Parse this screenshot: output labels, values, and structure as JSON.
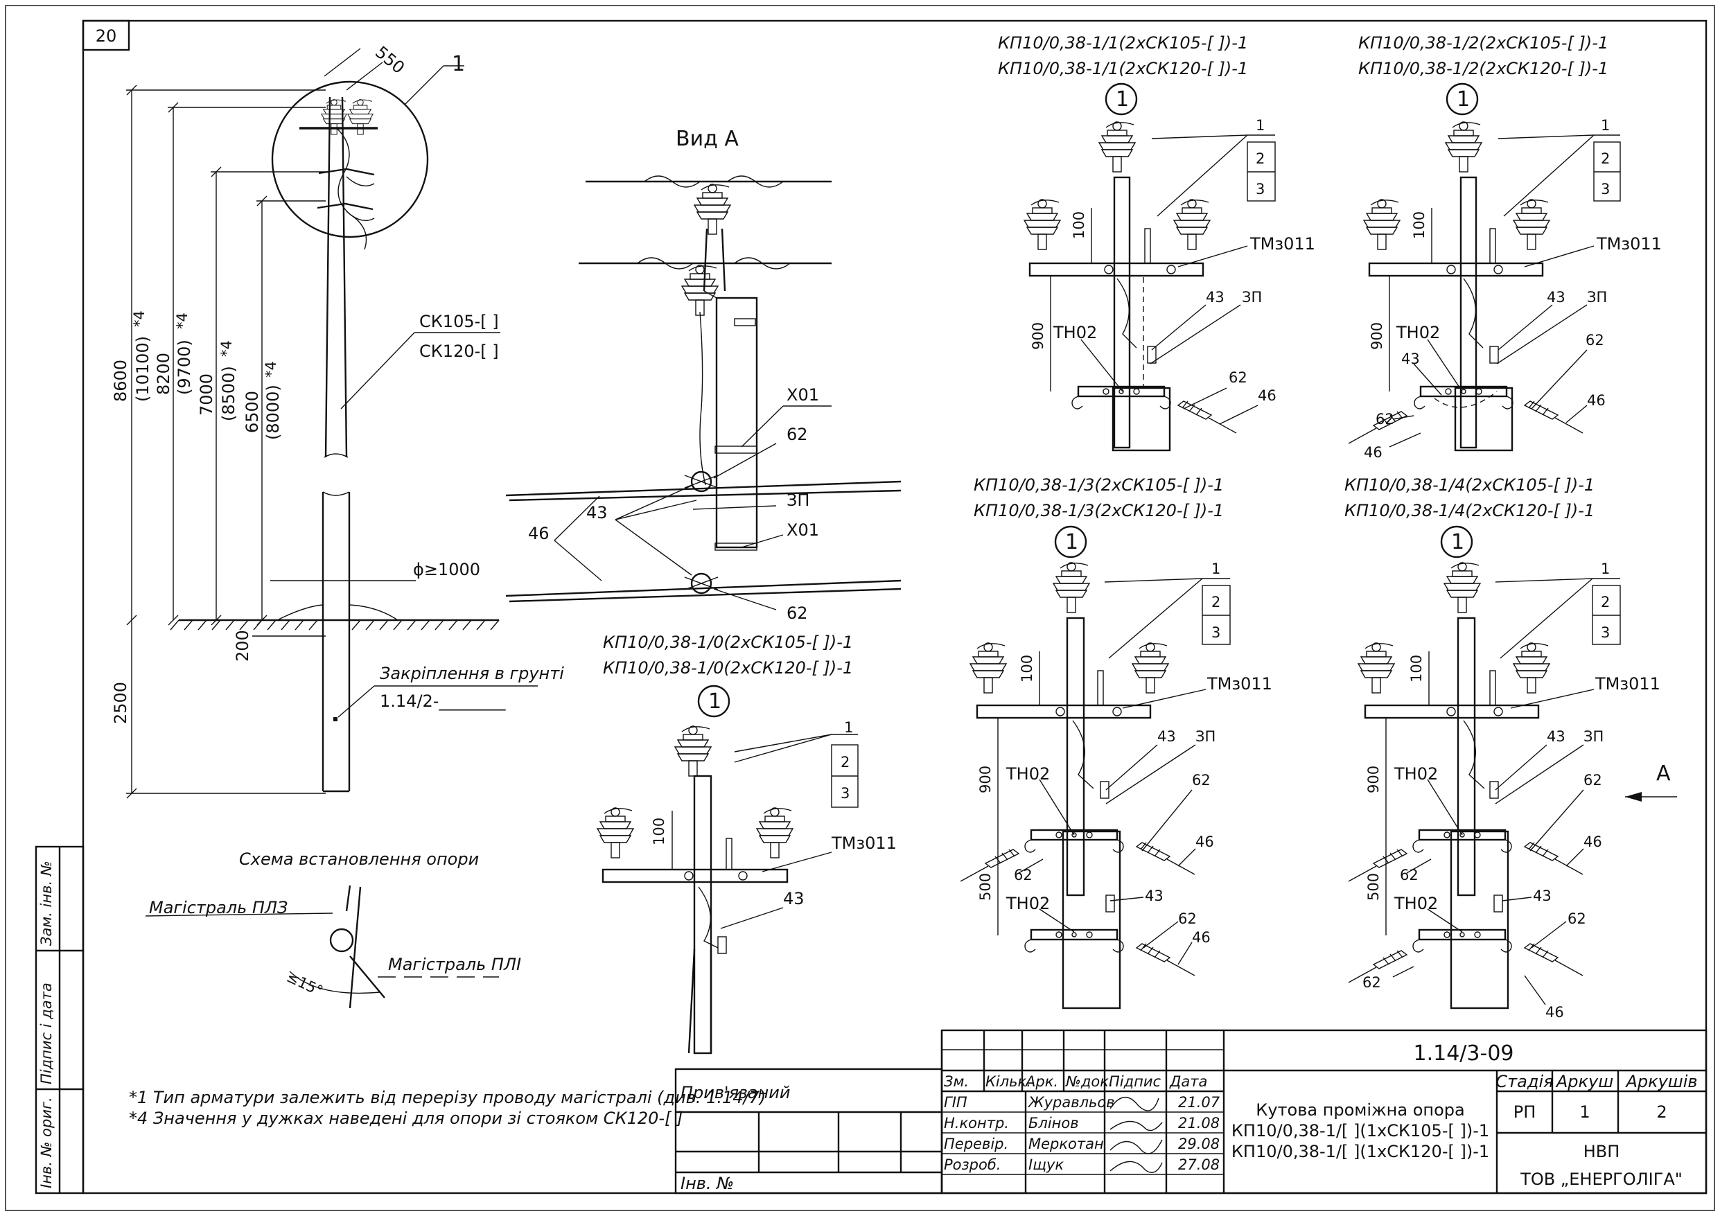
{
  "sheet_corner": "20",
  "pole": {
    "callout": "1",
    "dim_550": "550",
    "dims": [
      {
        "main": "8600",
        "alt": "(10100)",
        "mark": "*4"
      },
      {
        "main": "8200",
        "alt": "(9700)",
        "mark": "*4"
      },
      {
        "main": "7000",
        "alt": "(8500)",
        "mark": "*4"
      },
      {
        "main": "6500",
        "alt": "(8000)",
        "mark": "*4"
      }
    ],
    "dim_2500": "2500",
    "dim_200": "200",
    "dim_pit": "ϕ≥1000",
    "stand_1": "СК105-[    ]",
    "stand_2": "СК120-[    ]",
    "anchor_label": "Закріплення в грунті",
    "anchor_ref": "1.14/2-________"
  },
  "view_a": {
    "title": "Вид А",
    "labels": [
      "Х01",
      "62",
      "ЗП",
      "Х01",
      "62",
      "43",
      "46"
    ]
  },
  "scheme": {
    "title": "Схема встановлення опори",
    "main_pl3": "Магістраль ПЛЗ",
    "main_pl1": "Магістраль ПЛІ",
    "angle": "≤15°"
  },
  "notes": [
    "*1 Тип арматури залежить від перерізу проводу магістралі (див. 1.14/7)",
    "*4 Значення у дужках наведені для опори зі стояком СК120-[    ]"
  ],
  "variants": [
    {
      "line1": "КП10/0,38-1/0(2хСК105-[    ])-1",
      "line2": "КП10/0,38-1/0(2хСК120-[    ])-1"
    },
    {
      "line1": "КП10/0,38-1/1(2хСК105-[    ])-1",
      "line2": "КП10/0,38-1/1(2хСК120-[    ])-1"
    },
    {
      "line1": "КП10/0,38-1/2(2хСК105-[    ])-1",
      "line2": "КП10/0,38-1/2(2хСК120-[    ])-1"
    },
    {
      "line1": "КП10/0,38-1/3(2хСК105-[    ])-1",
      "line2": "КП10/0,38-1/3(2хСК120-[    ])-1"
    },
    {
      "line1": "КП10/0,38-1/4(2хСК105-[    ])-1",
      "line2": "КП10/0,38-1/4(2хСК120-[    ])-1"
    }
  ],
  "detail_labels": {
    "circle": "1",
    "n1": "1",
    "n2": "2",
    "n3": "3",
    "d100": "100",
    "d900": "900",
    "d500": "500",
    "tm": "ТМз011",
    "th": "ТН02",
    "l43": "43",
    "l62": "62",
    "l46": "46",
    "lzp": "ЗП",
    "arrow_a": "А"
  },
  "side_stamp": {
    "cells": [
      "Інв. № ориг.",
      "Підпис і дата",
      "Зам. інв. №"
    ]
  },
  "title_block": {
    "doc_code": "1.14/3-09",
    "bound": "Прив'язаний",
    "inv": "Інв. №",
    "headers": [
      "Зм.",
      "Кільк.",
      "Арк.",
      "№док.",
      "Підпис",
      "Дата"
    ],
    "rows": [
      {
        "role": "ГІП",
        "name": "Журавльов",
        "date": "21.07"
      },
      {
        "role": "Н.контр.",
        "name": "Блінов",
        "date": "21.08"
      },
      {
        "role": "Перевір.",
        "name": "Меркотан",
        "date": "29.08"
      },
      {
        "role": "Розроб.",
        "name": "Іщук",
        "date": "27.08"
      }
    ],
    "title_1": "Кутова проміжна опора",
    "title_2": "КП10/0,38-1/[    ](1хСК105-[    ])-1",
    "title_3": "КП10/0,38-1/[    ](1хСК120-[    ])-1",
    "stage_h": "Стадія",
    "sheet_h": "Аркуш",
    "sheets_h": "Аркушів",
    "stage": "РП",
    "sheet": "1",
    "sheets": "2",
    "org_1": "НВП",
    "org_2": "ТОВ „ЕНЕРГОЛІГА\""
  }
}
